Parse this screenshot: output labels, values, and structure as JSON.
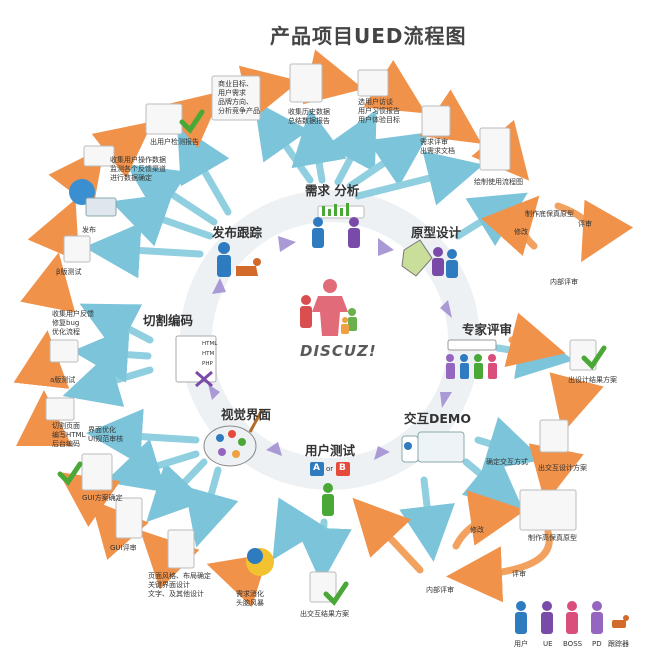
{
  "title": "产品项目UED流程图",
  "logo": "DISCUZ!",
  "stages": {
    "analysis": "需求 分析",
    "prototype": "原型设计",
    "expert": "专家评审",
    "interaction": "交互DEMO",
    "usertest": "用户测试",
    "visual": "视觉界面",
    "coding": "切割编码",
    "release": "发布跟踪"
  },
  "test_choices": {
    "a": "A",
    "or": "or",
    "b": "B"
  },
  "coding_labels": [
    "HTML",
    "HTM",
    "PHP"
  ],
  "outer": {
    "business": [
      "商业目标、",
      "用户需求",
      "品牌方向、",
      "分析竞争产品"
    ],
    "history": [
      "收集历史数据",
      "总结数据报告"
    ],
    "user_research": [
      "选用户访谈",
      "用户习惯报告",
      "用户体验目标"
    ],
    "req_review": [
      "需求评审",
      "出需求文档"
    ],
    "flowchart": "绘制使用流程图",
    "make_proto": "制作底保真原型",
    "review_label": "评审",
    "modify_label": "修改",
    "internal_review": "内部评审",
    "design_result": "出设计结果方案",
    "confirm_interaction": "确定交互方式",
    "interaction_plan": "出交互设计方案",
    "hifi_proto": "制作高保真原型",
    "modify2": "修改",
    "review2": "评审",
    "internal_review2": "内部评审",
    "interaction_result": "出交互结果方案",
    "digest": [
      "需求消化",
      "头脑风暴"
    ],
    "page_style": [
      "页面风格、布局确定",
      "关键界面设计",
      "文字、及其他设计"
    ],
    "gui_review": "GUI评审",
    "gui_confirm": "GUI方案确定",
    "ui_opt": [
      "界面优化",
      "UI规范审核"
    ],
    "cut_pages": [
      "切割页面",
      "编写HTML",
      "后台编码"
    ],
    "a_test": "a版测试",
    "feedback": [
      "收集用户反馈",
      "修复bug",
      "优化流程"
    ],
    "beta_test": "β版测试",
    "publish": "发布",
    "collect_ops": [
      "收集用户操作数据",
      "监测各个反馈渠道",
      "进行数据确定"
    ],
    "monitor_report": "出用户检测报告"
  },
  "legend": [
    "用户",
    "UE",
    "BOSS",
    "PD",
    "跟踪器"
  ],
  "colors": {
    "ring": "#e4e8ec",
    "arrow_blue": "#8fcfe0",
    "arrow_purple": "#a99ad6",
    "arrow_orange": "#f2a15f",
    "user_blue": "#2f7bbf",
    "ue_purple": "#7a4aa8",
    "boss_pink": "#d94e7a",
    "pd_purple": "#9466c0",
    "green": "#4aa836",
    "logo_red": "#d94e4e"
  }
}
